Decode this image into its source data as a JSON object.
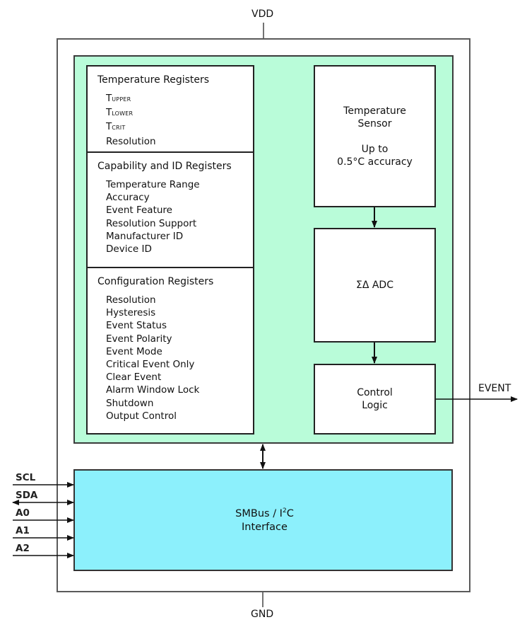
{
  "power": {
    "vdd": "VDD",
    "gnd": "GND"
  },
  "registers": {
    "temperature": {
      "title": "Temperature Registers",
      "items": [
        {
          "main": "T",
          "sub": "UPPER"
        },
        {
          "main": "T",
          "sub": "LOWER"
        },
        {
          "main": "T",
          "sub": "CRIT"
        },
        {
          "main": "Resolution",
          "sub": ""
        }
      ]
    },
    "capability": {
      "title": "Capability and ID Registers",
      "items": [
        "Temperature Range",
        "Accuracy",
        "Event Feature",
        "Resolution Support",
        "Manufacturer ID",
        "Device ID"
      ]
    },
    "configuration": {
      "title": "Configuration Registers",
      "items": [
        "Resolution",
        "Hysteresis",
        "Event Status",
        "Event Polarity",
        "Event Mode",
        "Critical Event Only",
        "Clear Event",
        "Alarm Window Lock",
        "Shutdown",
        "Output Control"
      ]
    }
  },
  "sensor": {
    "line1": "Temperature",
    "line2": "Sensor",
    "line3": "Up to",
    "line4": "0.5°C accuracy"
  },
  "adc": {
    "label": "ΣΔ ADC"
  },
  "control": {
    "line1": "Control",
    "line2": "Logic"
  },
  "event": {
    "label": "EVENT"
  },
  "smbus": {
    "line1_pre": "SMBus / I",
    "line1_sup": "2",
    "line1_post": "C",
    "line2": "Interface"
  },
  "signals": [
    "SCL",
    "SDA",
    "A0",
    "A1",
    "A2"
  ],
  "colors": {
    "core_fill": "#b9fcd9",
    "interface_fill": "#8cf0fc",
    "line": "#222222"
  }
}
